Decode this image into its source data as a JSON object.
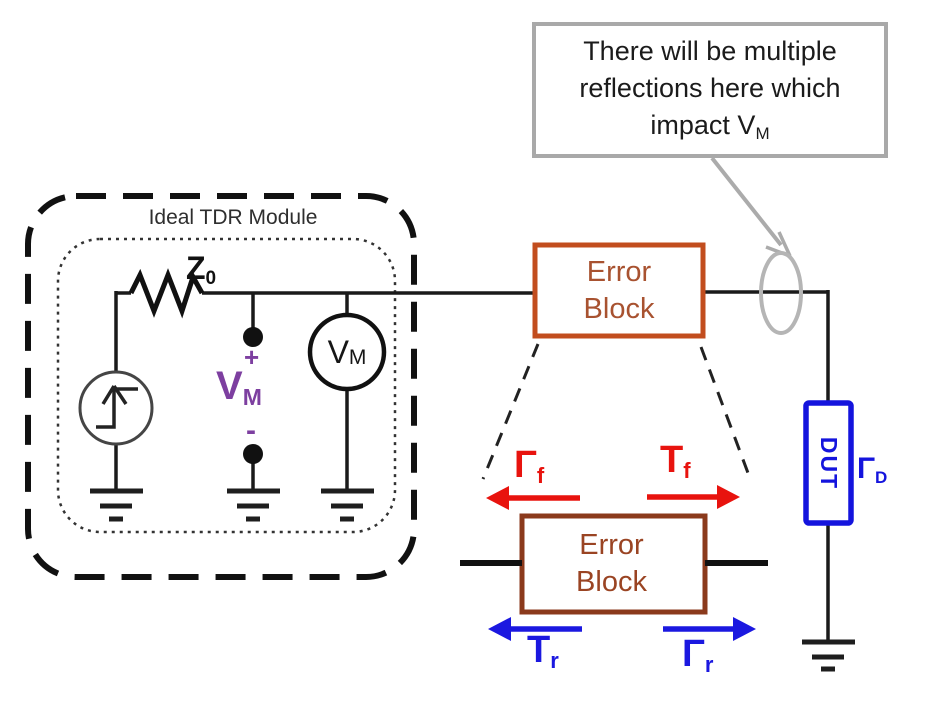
{
  "colors": {
    "wire_black": "#1a1a1a",
    "error_block_top_border": "#c24d1e",
    "error_block_top_text": "#a85230",
    "error_block_bottom_border": "#8b3a1c",
    "error_block_bottom_text": "#9a4423",
    "dut_blue": "#1414dd",
    "arrow_red": "#e8130e",
    "arrow_blue": "#1b18e0",
    "vm_purple": "#7d3fa0",
    "callout_gray": "#a9a9a9"
  },
  "callout": {
    "line1": "There will be multiple",
    "line2": "reflections here which",
    "line3_main": "impact V",
    "line3_sub": "M"
  },
  "tdr_module": {
    "title": "Ideal TDR Module",
    "z0": {
      "main": "Z",
      "sub": "0"
    },
    "vm_node": {
      "plus": "+",
      "main": "V",
      "sub": "M",
      "minus": "-"
    },
    "vm_meter": {
      "main": "V",
      "sub": "M"
    }
  },
  "error_block_top": {
    "line1": "Error",
    "line2": "Block"
  },
  "error_block_bottom": {
    "line1": "Error",
    "line2": "Block"
  },
  "dut": {
    "label": "DUT",
    "gamma": {
      "main": "Γ",
      "sub": "D"
    }
  },
  "waves": {
    "gamma_f": {
      "main": "Γ",
      "sub": "f"
    },
    "t_f": {
      "main": "T",
      "sub": "f"
    },
    "t_r": {
      "main": "T",
      "sub": "r"
    },
    "gamma_r": {
      "main": "Γ",
      "sub": "r"
    }
  }
}
